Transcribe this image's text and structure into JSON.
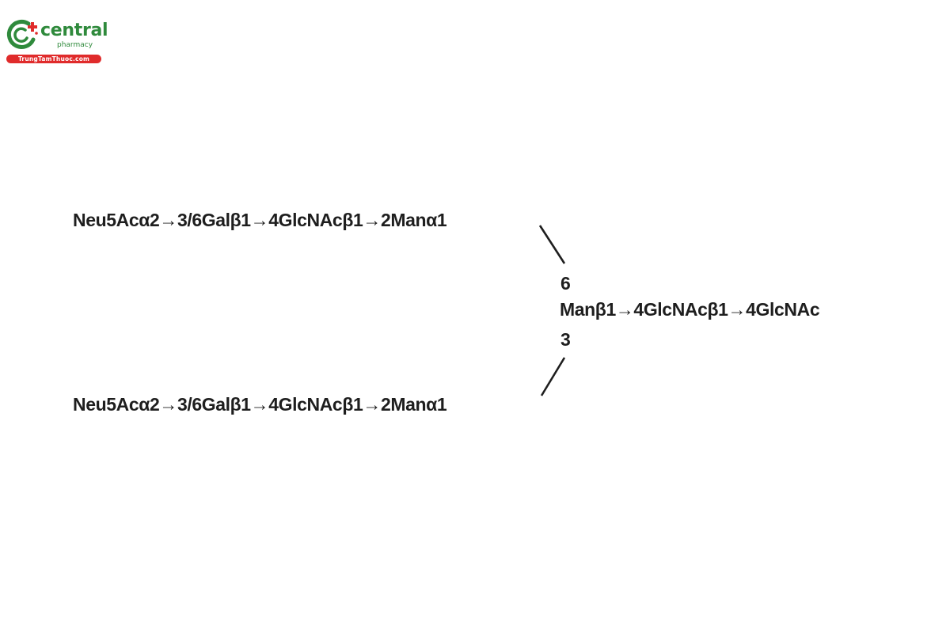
{
  "logo": {
    "brand": "central",
    "sub": "pharmacy",
    "site": "TrungTamThuoc.com",
    "colors": {
      "green": "#2f8a3c",
      "red": "#e02b2b"
    }
  },
  "glycan": {
    "antenna_top": "Neu5Acα2→3/6Galβ1→4GlcNAcβ1→2Manα1",
    "antenna_bottom": "Neu5Acα2→3/6Galβ1→4GlcNAcβ1→2Manα1",
    "link_top_position": "6",
    "link_bottom_position": "3",
    "core": "Manβ1→4GlcNAcβ1→4GlcNAc"
  }
}
